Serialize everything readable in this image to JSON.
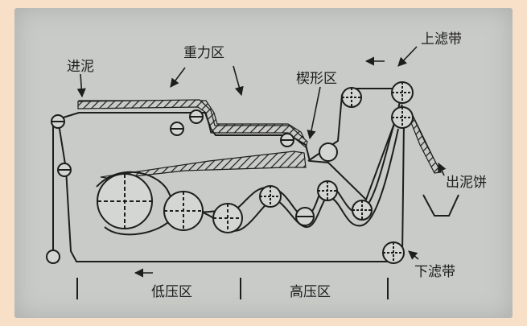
{
  "labels": {
    "feed_sludge": "进泥",
    "gravity_zone": "重力区",
    "wedge_zone": "楔形区",
    "upper_belt": "上滤带",
    "cake_out": "出泥饼",
    "lower_belt": "下滤带",
    "low_pressure_zone": "低压区",
    "high_pressure_zone": "高压区"
  },
  "icons": {
    "roller": "roller-icon",
    "arrow": "arrow-icon"
  },
  "colors": {
    "page_border": "#f7dfc8",
    "paper": "#c9cbc8",
    "ink": "#1d1d1d"
  }
}
